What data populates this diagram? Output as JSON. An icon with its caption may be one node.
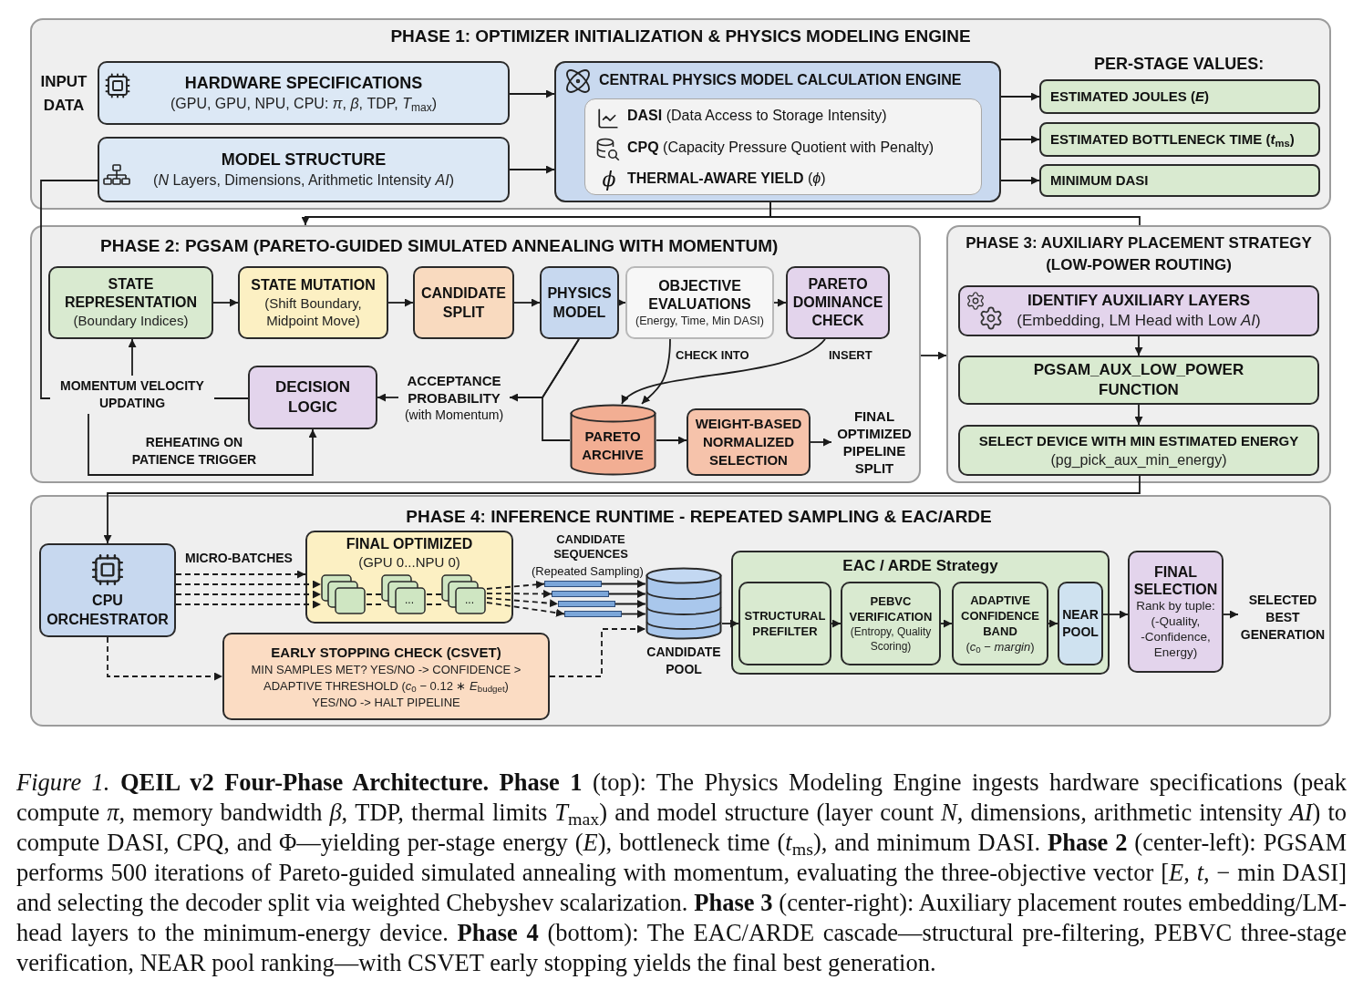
{
  "diagram": {
    "caption": "*Figure 1.* **QEIL v2 Four-Phase Architecture.** **Phase 1** (top): The Physics Modeling Engine ingests hardware specifications (peak compute *π*, memory bandwidth *β*, TDP, thermal limits *T*$_{max}$) and model structure (layer count *N*, dimensions, arithmetic intensity *AI*) to compute DASI, CPQ, and Φ—yielding per-stage energy (*E*), bottleneck time (*t*$_{ms}$), and minimum DASI. **Phase 2** (center-left): PGSAM performs 500 iterations of Pareto-guided simulated annealing with momentum, evaluating the three-objective vector [*E*, *t*, − min DASI] and selecting the decoder split via weighted Chebyshev scalarization. **Phase 3** (center-right): Auxiliary placement routes embedding/LM-head layers to the minimum-energy device. **Phase 4** (bottom): The EAC/ARDE cascade—structural pre-filtering, PEBVC three-stage verification, NEAR pool ranking—with CSVET early stopping yields the final best generation.",
    "nodes": [
      {
        "text": [
          "PHASE 1: OPTIMIZER INITIALIZATION & PHYSICS MODELING ENGINE"
        ]
      },
      {
        "text": [
          "HARDWARE SPECIFICATIONS",
          "(GPU, GPU, NPU, CPU: *π*, *β*, TDP, *T*$_{max}$)"
        ],
        "in": 0
      },
      {
        "text": [
          "MODEL STRUCTURE",
          "(*N* Layers, Dimensions, Arithmetic Intensity *AI*)"
        ],
        "in": 0
      },
      {
        "text": [
          "CENTRAL PHYSICS MODEL CALCULATION ENGINE"
        ],
        "in": 0
      },
      {
        "text": [
          "**DASI** (Data Access to Storage Intensity)",
          "**CPQ** (Capacity Pressure Quotient with Penalty)",
          "**THERMAL-AWARE YIELD** (*ϕ*)"
        ],
        "in": 3
      },
      {
        "text": [
          "ESTIMATED JOULES (*E*)"
        ],
        "in": 0
      },
      {
        "text": [
          "ESTIMATED BOTTLENECK TIME (*t*$_{ms}$)"
        ],
        "in": 0
      },
      {
        "text": [
          "MINIMUM DASI"
        ],
        "in": 0
      },
      {
        "text": [
          "PHASE 2: PGSAM (PARETO-GUIDED SIMULATED ANNEALING WITH MOMENTUM)"
        ]
      },
      {
        "text": [
          "STATE REPRESENTATION",
          "(Boundary Indices)"
        ],
        "in": 8
      },
      {
        "text": [
          "STATE MUTATION",
          "(Shift Boundary, Midpoint Move)"
        ],
        "in": 8
      },
      {
        "text": [
          "CANDIDATE SPLIT"
        ],
        "in": 8
      },
      {
        "text": [
          "PHYSICS MODEL"
        ],
        "in": 8
      },
      {
        "text": [
          "OBJECTIVE EVALUATIONS",
          "(Energy, Time, Min DASI)"
        ],
        "in": 8
      },
      {
        "text": [
          "PARETO DOMINANCE CHECK"
        ],
        "in": 8
      },
      {
        "text": [
          "MOMENTUM VELOCITY UPDATING"
        ],
        "in": 8
      },
      {
        "text": [
          "DECISION LOGIC"
        ],
        "in": 8
      },
      {
        "text": [
          "ACCEPTANCE PROBABILITY",
          "(with Momentum)"
        ],
        "in": 8
      },
      {
        "text": [
          "PARETO ARCHIVE"
        ],
        "in": 8
      },
      {
        "text": [
          "WEIGHT-BASED NORMALIZED SELECTION"
        ],
        "in": 8
      },
      {
        "text": [
          "FINAL OPTIMIZED PIPELINE SPLIT"
        ],
        "in": 8
      },
      {
        "text": [
          "PHASE 3: AUXILIARY PLACEMENT STRATEGY (LOW-POWER ROUTING)"
        ]
      },
      {
        "text": [
          "IDENTIFY AUXILIARY LAYERS",
          "(Embedding, LM Head with Low *AI*)"
        ],
        "in": 21
      },
      {
        "text": [
          "PGSAM_AUX_LOW_POWER FUNCTION"
        ],
        "in": 21
      },
      {
        "text": [
          "SELECT DEVICE WITH MIN ESTIMATED ENERGY",
          "(pg_pick_aux_min_energy)"
        ],
        "in": 21
      },
      {
        "text": [
          "PHASE 4: INFERENCE RUNTIME - REPEATED SAMPLING & EAC/ARDE"
        ]
      },
      {
        "text": [
          "CPU ORCHESTRATOR"
        ],
        "in": 25
      },
      {
        "text": [
          "FINAL OPTIMIZED",
          "(GPU 0...NPU 0)"
        ],
        "in": 25
      },
      {
        "text": [],
        "shape": "box",
        "in": 27
      },
      {
        "text": [
          "..."
        ],
        "in": 27
      },
      {
        "text": [
          "..."
        ],
        "in": 27
      },
      {
        "text": [
          "EARLY STOPPING CHECK (CSVET)",
          "MIN SAMPLES MET? YES/NO -> CONFIDENCE > ADAPTIVE THRESHOLD (*c*$_{0}$ − 0.12 ∗ *E*$_{budget}$) YES/NO -> HALT PIPELINE"
        ],
        "in": 25
      },
      {
        "text": [],
        "shape": "bar",
        "in": 25
      },
      {
        "text": [],
        "shape": "bar",
        "in": 25
      },
      {
        "text": [],
        "shape": "bar",
        "in": 25
      },
      {
        "text": [],
        "shape": "bar",
        "in": 25
      },
      {
        "text": [
          "CANDIDATE POOL"
        ],
        "in": 25
      },
      {
        "text": [
          "EAC / ARDE Strategy"
        ],
        "in": 25
      },
      {
        "text": [
          "STRUCTURAL PREFILTER"
        ],
        "in": 37
      },
      {
        "text": [
          "PEBVC VERIFICATION",
          "(Entropy, Quality Scoring)"
        ],
        "in": 37
      },
      {
        "text": [
          "ADAPTIVE CONFIDENCE BAND",
          "(*c*$_{0}$ − *margin*)"
        ],
        "in": 37
      },
      {
        "text": [
          "NEAR POOL"
        ],
        "in": 37
      },
      {
        "text": [
          "FINAL SELECTION",
          "Rank by tuple: (-Quality, -Confidence, Energy)"
        ],
        "in": 25
      },
      {
        "text": [
          "SELECTED BEST GENERATION"
        ],
        "in": 25
      }
    ],
    "edges": [
      {
        "from": 1,
        "to": 3,
        "arrow": "to"
      },
      {
        "from": 2,
        "to": 3,
        "arrow": "to"
      },
      {
        "from": 3,
        "to": 5,
        "arrow": "to"
      },
      {
        "from": 3,
        "to": 6,
        "arrow": "to"
      },
      {
        "from": 3,
        "to": 7,
        "arrow": "to"
      },
      {
        "from": 3,
        "to": 8,
        "arrow": "to"
      },
      {
        "from": 3,
        "to": 21,
        "arrow": "none"
      },
      {
        "from": 9,
        "to": 10,
        "arrow": "to"
      },
      {
        "from": 10,
        "to": 11,
        "arrow": "to"
      },
      {
        "from": 11,
        "to": 12,
        "arrow": "to"
      },
      {
        "from": 12,
        "to": 13,
        "arrow": "to"
      },
      {
        "from": 13,
        "to": 14,
        "arrow": "to"
      },
      {
        "from": 2,
        "to": 15,
        "arrow": "none"
      },
      {
        "from": 16,
        "to": 15,
        "arrow": "none"
      },
      {
        "from": 15,
        "to": 9,
        "arrow": "to"
      },
      {
        "from": 15,
        "to": 16,
        "label": "REHEATING ON PATIENCE TRIGGER",
        "arrow": "to"
      },
      {
        "from": 12,
        "to": 17,
        "arrow": "to"
      },
      {
        "from": 12,
        "to": 18,
        "arrow": "none"
      },
      {
        "from": 17,
        "to": 16,
        "arrow": "to"
      },
      {
        "from": 13,
        "to": 18,
        "label": "CHECK INTO",
        "arrow": "to"
      },
      {
        "from": 14,
        "to": 18,
        "label": "INSERT",
        "arrow": "to"
      },
      {
        "from": 18,
        "to": 19,
        "arrow": "to"
      },
      {
        "from": 19,
        "to": 20,
        "arrow": "to"
      },
      {
        "from": 8,
        "to": 21,
        "arrow": "to"
      },
      {
        "from": 22,
        "to": 23,
        "arrow": "to"
      },
      {
        "from": 23,
        "to": 24,
        "arrow": "to"
      },
      {
        "from": 24,
        "to": 26,
        "arrow": "to"
      },
      {
        "from": 26,
        "to": 27,
        "label": "MICRO-BATCHES",
        "arrow": "to",
        "style": "dashed"
      },
      {
        "from": 26,
        "to": 28,
        "arrow": "to",
        "style": "dashed"
      },
      {
        "from": 26,
        "to": 28,
        "arrow": "to",
        "style": "dashed"
      },
      {
        "from": 26,
        "to": 28,
        "arrow": "to",
        "style": "dashed"
      },
      {
        "from": 28,
        "to": 29,
        "arrow": "none",
        "style": "dashed"
      },
      {
        "from": 28,
        "to": 29,
        "arrow": "none",
        "style": "dashed"
      },
      {
        "from": 29,
        "to": 30,
        "arrow": "none",
        "style": "dashed"
      },
      {
        "from": 29,
        "to": 30,
        "arrow": "none",
        "style": "dashed"
      },
      {
        "from": 30,
        "to": 32,
        "arrow": "to",
        "style": "dashed"
      },
      {
        "from": 30,
        "to": 33,
        "arrow": "to",
        "style": "dashed"
      },
      {
        "from": 30,
        "to": 34,
        "arrow": "to",
        "style": "dashed"
      },
      {
        "from": 30,
        "to": 35,
        "arrow": "to",
        "style": "dashed"
      },
      {
        "from": 32,
        "to": 36,
        "arrow": "to"
      },
      {
        "from": 33,
        "to": 36,
        "arrow": "to"
      },
      {
        "from": 34,
        "to": 36,
        "arrow": "to"
      },
      {
        "from": 35,
        "to": 36,
        "arrow": "to"
      },
      {
        "from": 26,
        "to": 31,
        "arrow": "to",
        "style": "dashed"
      },
      {
        "from": 31,
        "to": 36,
        "arrow": "to",
        "style": "dashed"
      },
      {
        "from": 36,
        "to": 38,
        "arrow": "to"
      },
      {
        "from": 38,
        "to": 39,
        "arrow": "to"
      },
      {
        "from": 39,
        "to": 40,
        "arrow": "to"
      },
      {
        "from": 40,
        "to": 41,
        "arrow": "to"
      },
      {
        "from": 41,
        "to": 42,
        "arrow": "to"
      },
      {
        "from": 42,
        "to": 43,
        "arrow": "to"
      }
    ],
    "labels": [
      "INPUT DATA",
      "ϕ",
      "PER-STAGE VALUES:",
      "CANDIDATE SEQUENCES",
      "(Repeated Sampling)"
    ]
  }
}
